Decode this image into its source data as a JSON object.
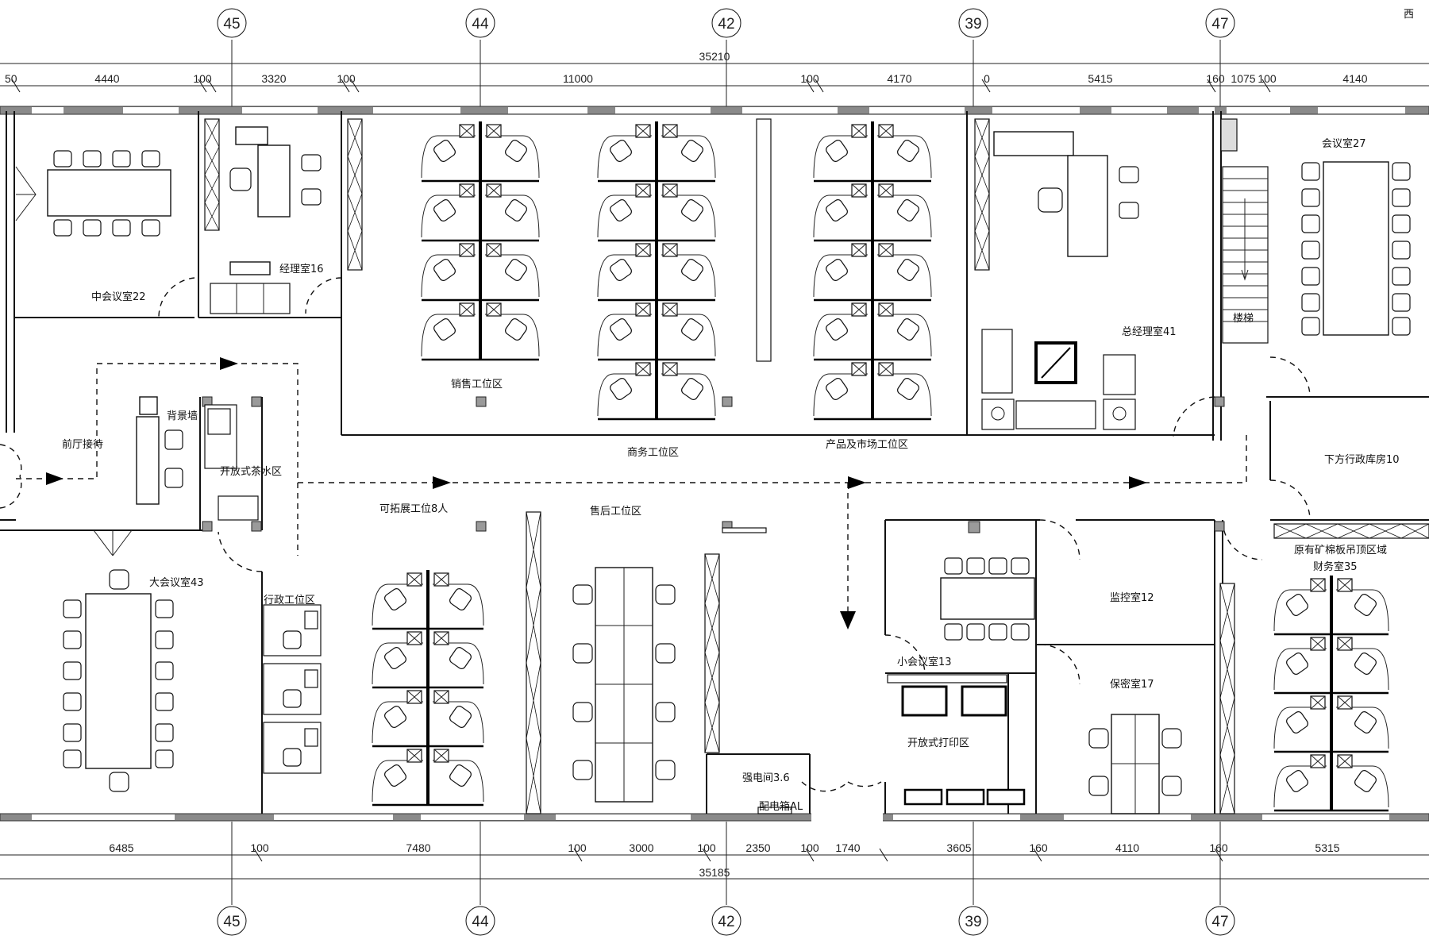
{
  "corner_mark": "西",
  "axes": {
    "top": [
      "45",
      "44",
      "42",
      "39",
      "47"
    ],
    "bottom": [
      "45",
      "44",
      "42",
      "39",
      "47"
    ]
  },
  "dimensions": {
    "top_total": "35210",
    "top_segments": [
      "50",
      "4440",
      "100",
      "3320",
      "100",
      "11000",
      "100",
      "4170",
      "0",
      "5415",
      "160",
      "1075",
      "100",
      "4140"
    ],
    "bottom_total": "35185",
    "bottom_segments": [
      "6485",
      "100",
      "7480",
      "100",
      "3000",
      "100",
      "2350",
      "100",
      "1740",
      "3605",
      "160",
      "4110",
      "160",
      "5315"
    ]
  },
  "rooms": {
    "mid_meeting": "中会议室22",
    "manager": "经理室16",
    "sales_zone": "销售工位区",
    "business_zone": "商务工位区",
    "product_zone": "产品及市场工位区",
    "gm_office": "总经理室41",
    "meeting27": "会议室27",
    "stairs": "楼梯",
    "lobby": "前厅接待",
    "backdrop": "背景墙",
    "tea": "开放式茶水区",
    "expand": "可拓展工位8人",
    "aftersales": "售后工位区",
    "storage": "下方行政库房10",
    "ceiling_note": "原有矿棉板吊顶区域",
    "finance": "财务室35",
    "big_meeting": "大会议室43",
    "admin_zone": "行政工位区",
    "small_meeting": "小会议室13",
    "monitor": "监控室12",
    "secret": "保密室17",
    "print": "开放式打印区",
    "electric": "强电间3.6",
    "dist_box": "配电箱AL"
  }
}
